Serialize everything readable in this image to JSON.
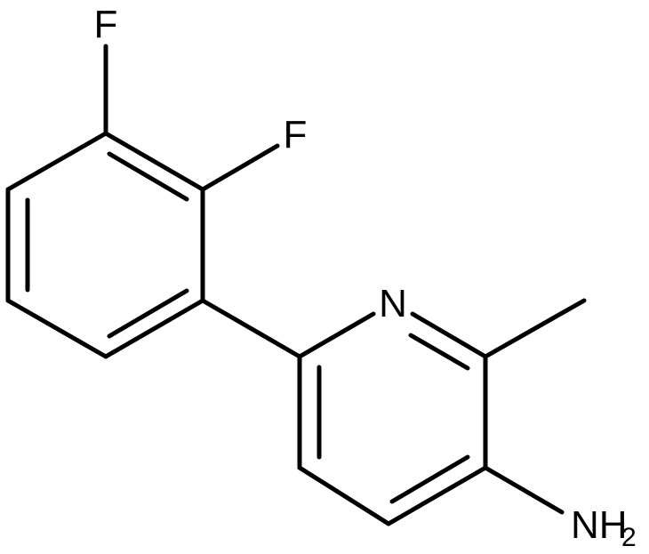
{
  "molecule": {
    "atoms": {
      "f1": "F",
      "f2": "F",
      "n_ring": "N",
      "amine": "NH",
      "amine_sub": "2"
    },
    "colors": {
      "bond": "#000000",
      "text": "#000000",
      "background": "#ffffff"
    }
  }
}
